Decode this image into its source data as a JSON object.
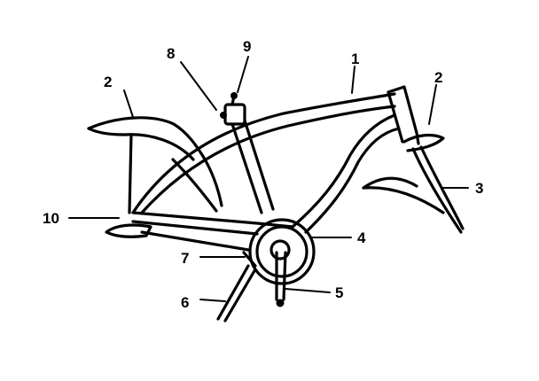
{
  "diagram": {
    "callouts": [
      {
        "id": "1",
        "label": "1"
      },
      {
        "id": "2a",
        "label": "2"
      },
      {
        "id": "2b",
        "label": "2"
      },
      {
        "id": "3",
        "label": "3"
      },
      {
        "id": "4",
        "label": "4"
      },
      {
        "id": "5",
        "label": "5"
      },
      {
        "id": "6",
        "label": "6"
      },
      {
        "id": "7",
        "label": "7"
      },
      {
        "id": "8",
        "label": "8"
      },
      {
        "id": "9",
        "label": "9"
      },
      {
        "id": "10",
        "label": "10"
      }
    ]
  }
}
